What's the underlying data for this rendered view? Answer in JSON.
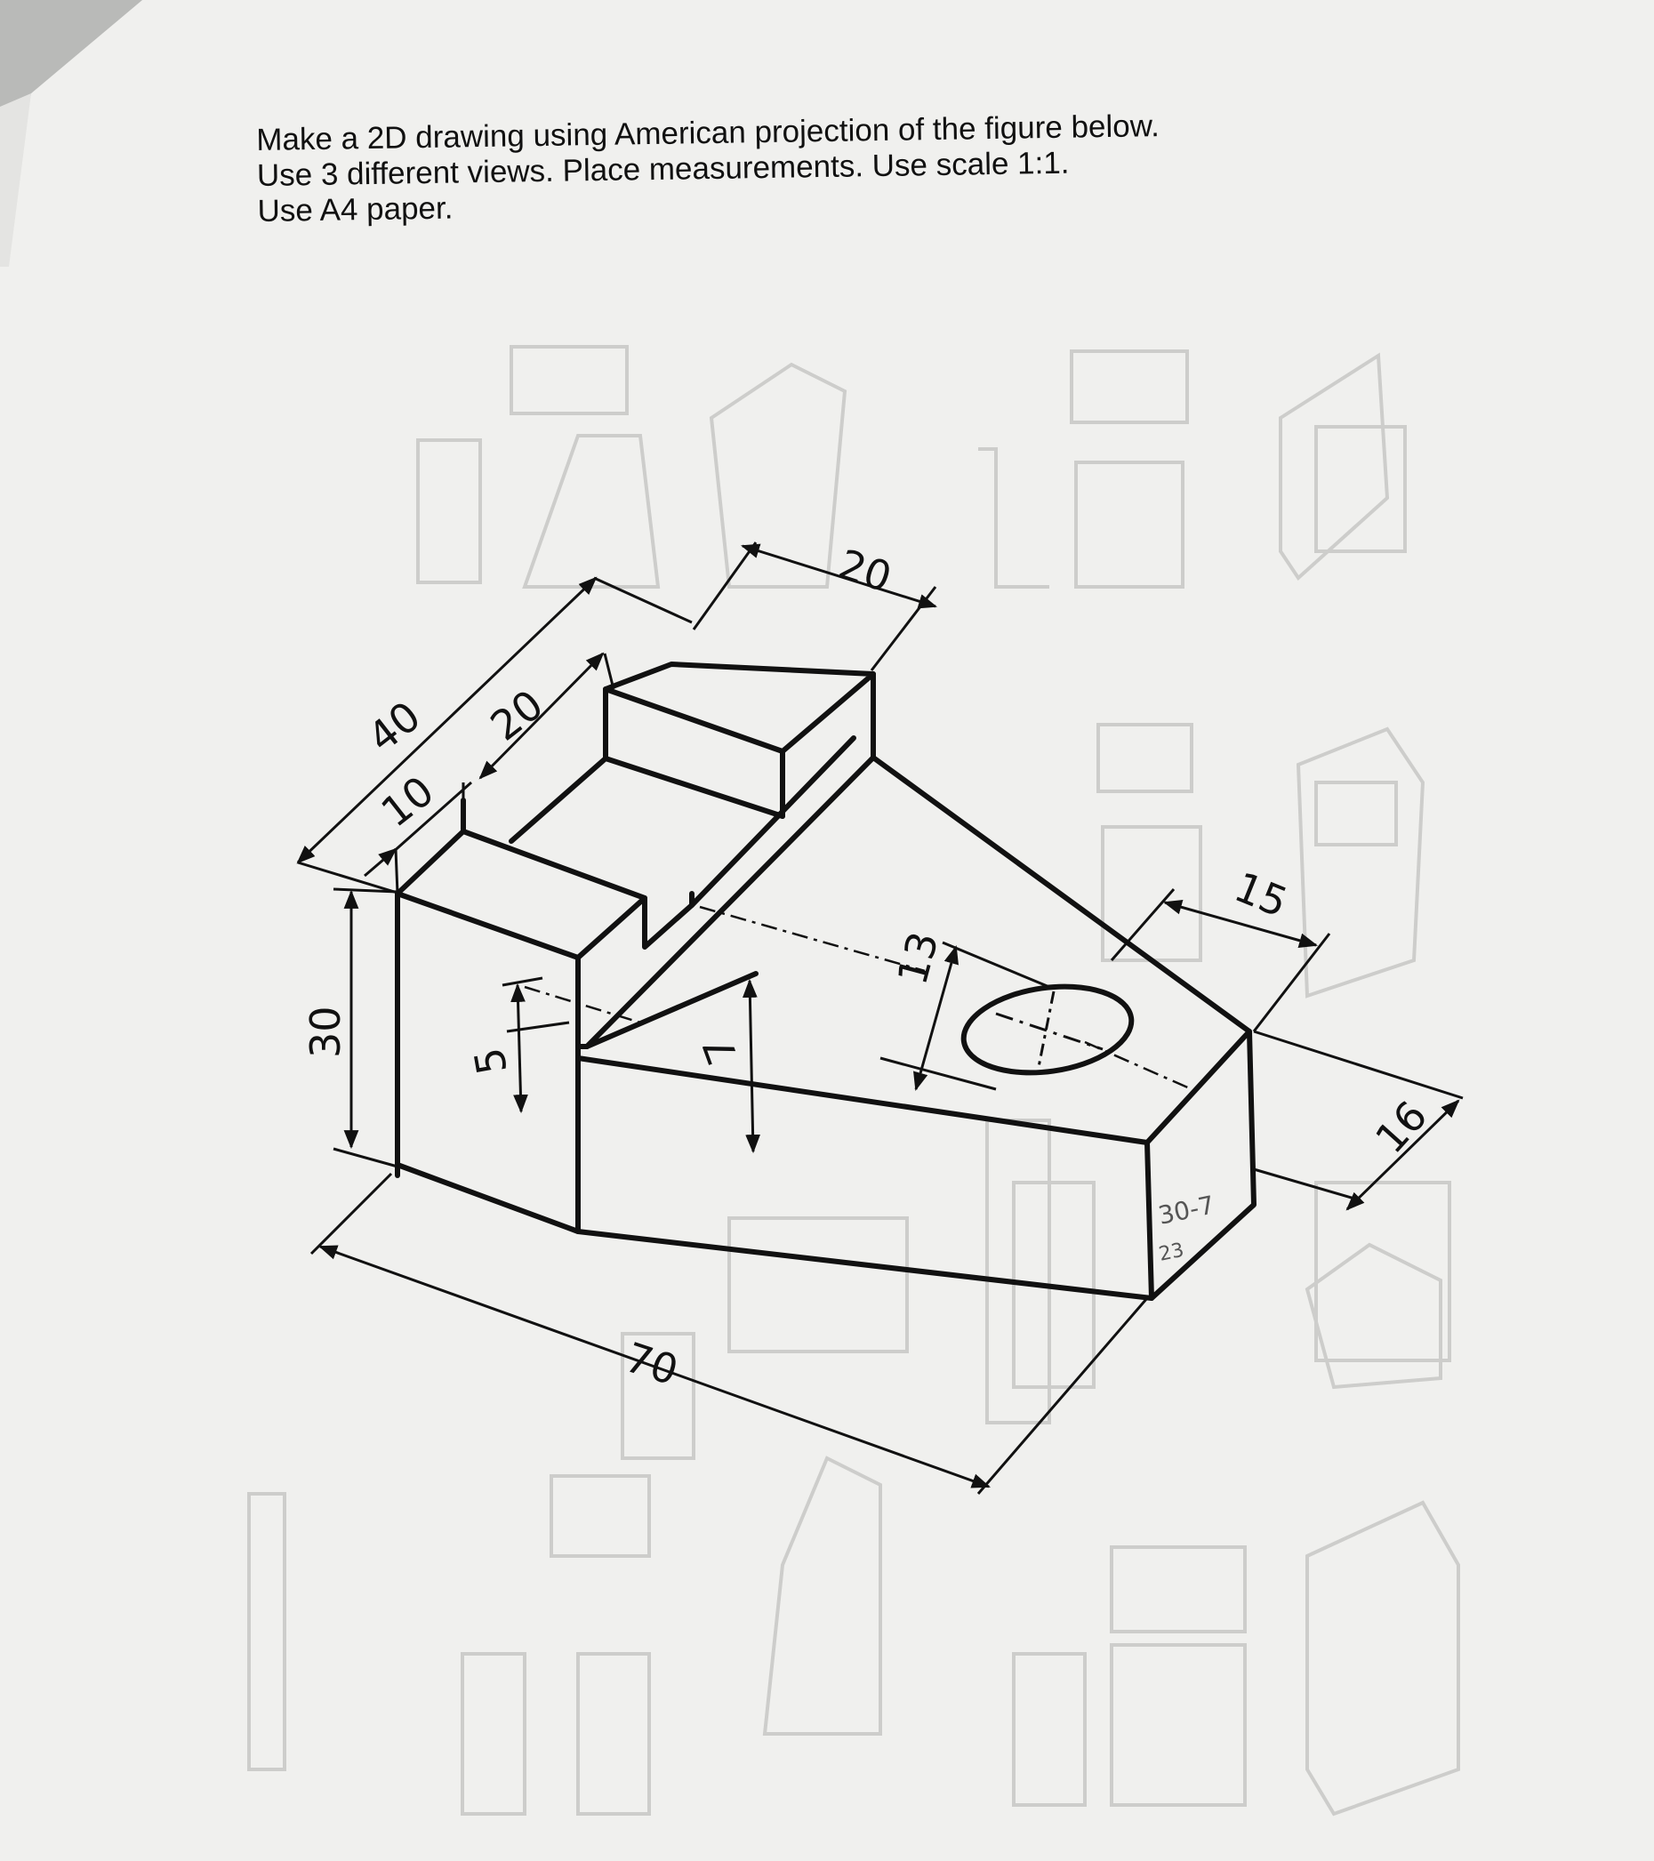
{
  "instructions": {
    "line1": "Make a 2D drawing using American projection of the figure below.",
    "line2": "Use 3 different views. Place measurements. Use scale 1:1.",
    "line3": "Use A4 paper."
  },
  "dimensions": {
    "top_block_width": "20",
    "depth_total": "40",
    "step_depth": "20",
    "step_offset": "10",
    "height_total": "30",
    "slot_depth": "5",
    "slot_height": "7",
    "hole_diameter": "13",
    "hole_offset": "15",
    "end_width": "16",
    "length_total": "70"
  },
  "handwritten": {
    "note_line1": "30-7",
    "note_line2": "23"
  },
  "colors": {
    "paper": "#f1f1ef",
    "ink": "#111111",
    "faded_print": "#c4c4c2"
  }
}
